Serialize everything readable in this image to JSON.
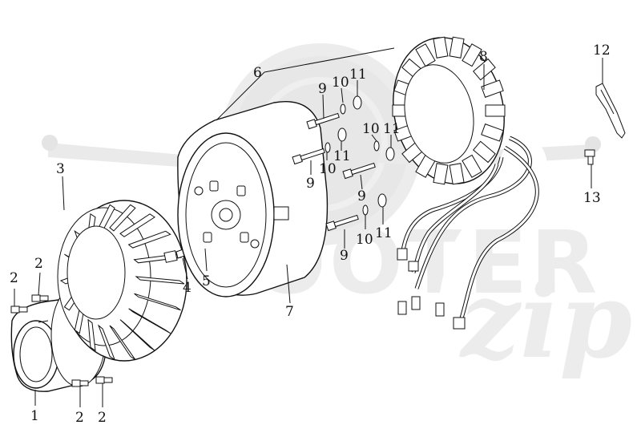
{
  "watermark": {
    "main": "SCOOTER",
    "script": "zip"
  },
  "callouts": [
    {
      "id": "c1",
      "text": "1"
    },
    {
      "id": "c2a",
      "text": "2"
    },
    {
      "id": "c2b",
      "text": "2"
    },
    {
      "id": "c2c",
      "text": "2"
    },
    {
      "id": "c2d",
      "text": "2"
    },
    {
      "id": "c3",
      "text": "3"
    },
    {
      "id": "c4",
      "text": "4"
    },
    {
      "id": "c5",
      "text": "5"
    },
    {
      "id": "c6",
      "text": "6"
    },
    {
      "id": "c7",
      "text": "7"
    },
    {
      "id": "c8",
      "text": "8"
    },
    {
      "id": "c9a",
      "text": "9"
    },
    {
      "id": "c9b",
      "text": "9"
    },
    {
      "id": "c9c",
      "text": "9"
    },
    {
      "id": "c9d",
      "text": "9"
    },
    {
      "id": "c10a",
      "text": "10"
    },
    {
      "id": "c10b",
      "text": "10"
    },
    {
      "id": "c10c",
      "text": "10"
    },
    {
      "id": "c10d",
      "text": "10"
    },
    {
      "id": "c11a",
      "text": "11"
    },
    {
      "id": "c11b",
      "text": "11"
    },
    {
      "id": "c11c",
      "text": "11"
    },
    {
      "id": "c11d",
      "text": "11"
    },
    {
      "id": "c12",
      "text": "12"
    },
    {
      "id": "c13",
      "text": "13"
    }
  ]
}
